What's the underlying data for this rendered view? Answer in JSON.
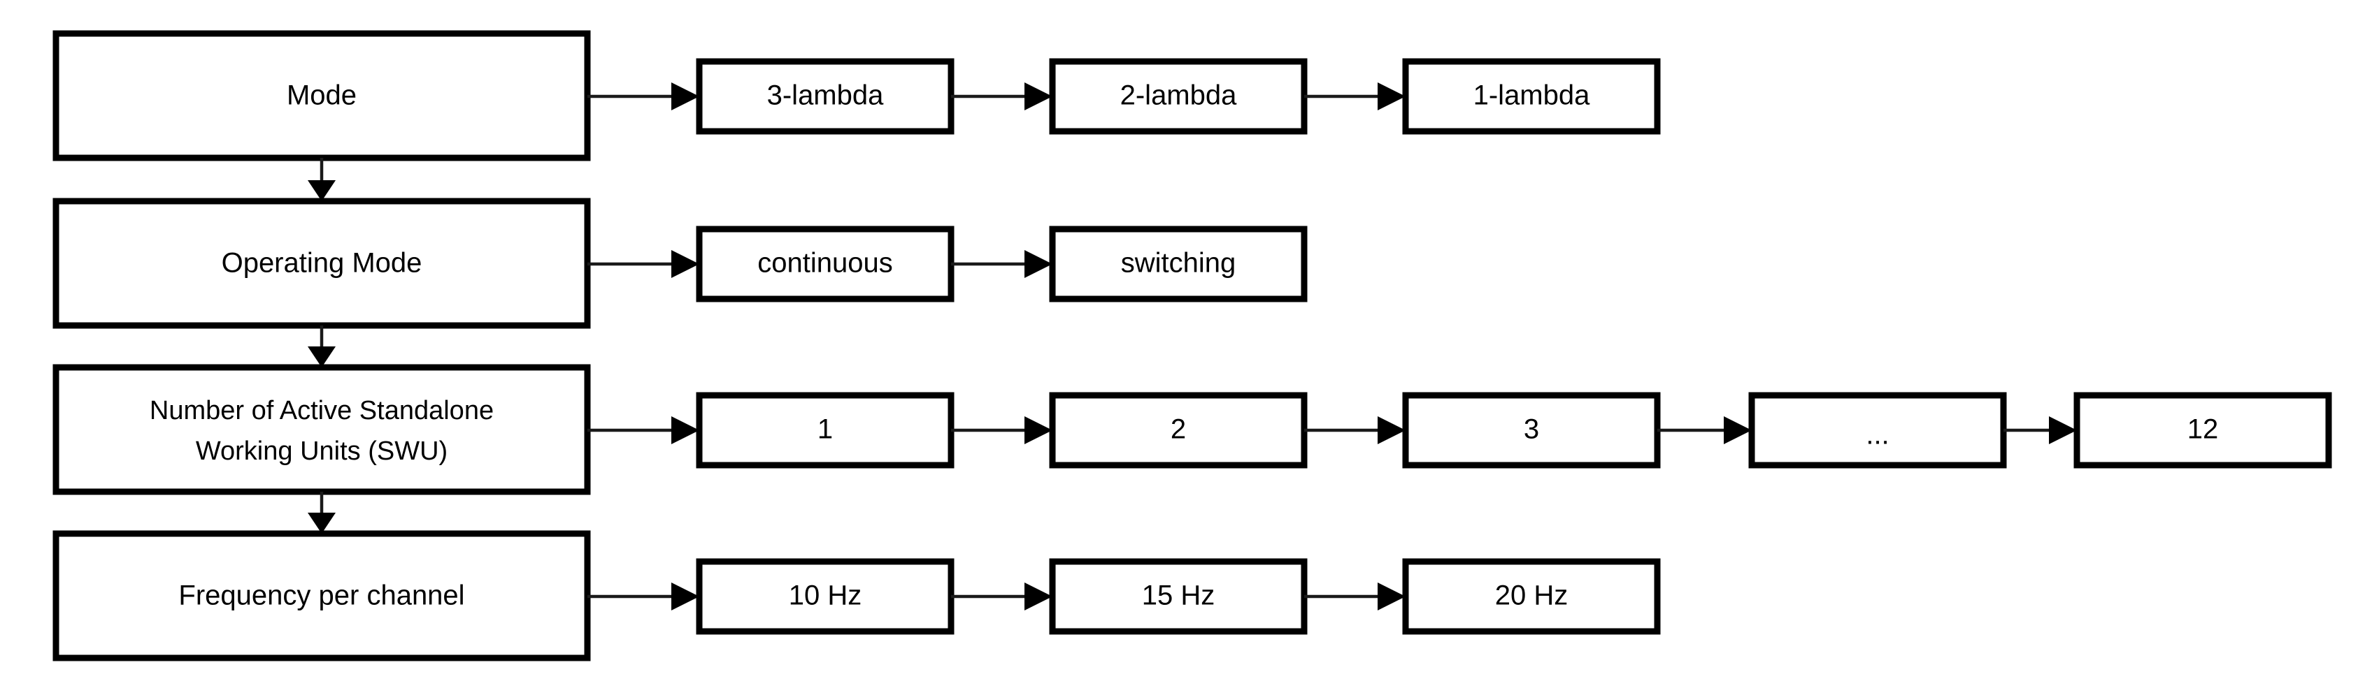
{
  "diagram": {
    "type": "flow-chart",
    "orientation": "rows-with-horizontal-option-chains",
    "background_color": "#ffffff",
    "line_color": "#000000",
    "box_fill_color": "#ffffff",
    "box_border_color": "#000000",
    "parameters": [
      {
        "id": "mode",
        "label": "Mode",
        "options": [
          "3-lambda",
          "2-lambda",
          "1-lambda"
        ]
      },
      {
        "id": "operating-mode",
        "label": "Operating Mode",
        "options": [
          "continuous",
          "switching"
        ]
      },
      {
        "id": "swu-count",
        "label": "Number of Active Standalone\nWorking Units (SWU)",
        "label_line_1": "Number of Active Standalone",
        "label_line_2": "Working Units (SWU)",
        "options": [
          "1",
          "2",
          "3",
          "...",
          "12"
        ]
      },
      {
        "id": "frequency-per-channel",
        "label": "Frequency per channel",
        "options": [
          "10 Hz",
          "15 Hz",
          "20 Hz"
        ]
      }
    ]
  }
}
